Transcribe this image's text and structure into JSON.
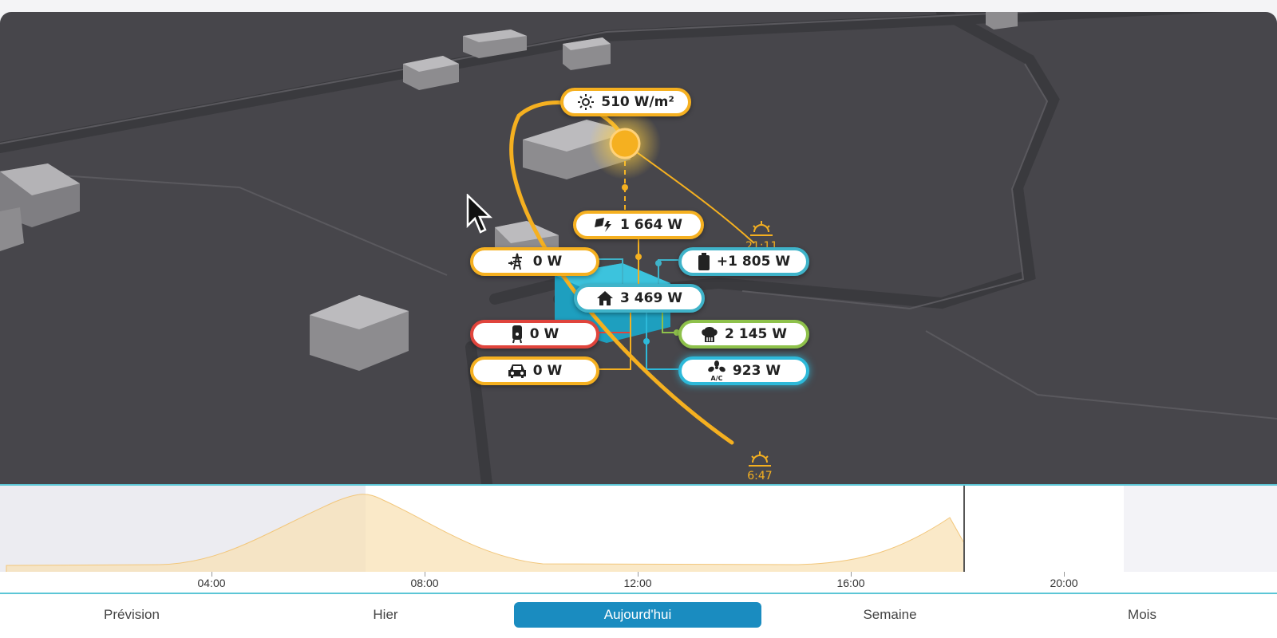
{
  "map": {
    "irradiance": {
      "value": "510 W/m²",
      "icon": "sun-icon"
    },
    "production": {
      "value": "1 664 W",
      "icon": "solar-panel-icon"
    },
    "grid": {
      "value": "0 W",
      "icon": "grid-pylon-icon"
    },
    "battery": {
      "value": "+1 805 W",
      "icon": "battery-icon"
    },
    "house": {
      "value": "3 469 W",
      "icon": "house-icon"
    },
    "boiler": {
      "value": "0 W",
      "icon": "water-heater-icon"
    },
    "kitchen": {
      "value": "2 145 W",
      "icon": "chef-hat-icon"
    },
    "car": {
      "value": "0 W",
      "icon": "car-icon"
    },
    "ac": {
      "value": "923 W",
      "icon": "fan-ac-icon"
    },
    "sunset": {
      "time": "21:11"
    },
    "sunrise": {
      "time": "6:47"
    }
  },
  "timeline": {
    "ticks": [
      "04:00",
      "08:00",
      "12:00",
      "16:00",
      "20:00"
    ]
  },
  "tabs": [
    "Prévision",
    "Hier",
    "Aujourd'hui",
    "Semaine",
    "Mois"
  ],
  "active_tab": "Aujourd'hui",
  "colors": {
    "accent": "#1a8cc0",
    "sun": "#f5b020",
    "battery": "#3fb3c9",
    "boiler": "#e0443c",
    "kitchen": "#8ec14b",
    "ac": "#2db9d9"
  }
}
